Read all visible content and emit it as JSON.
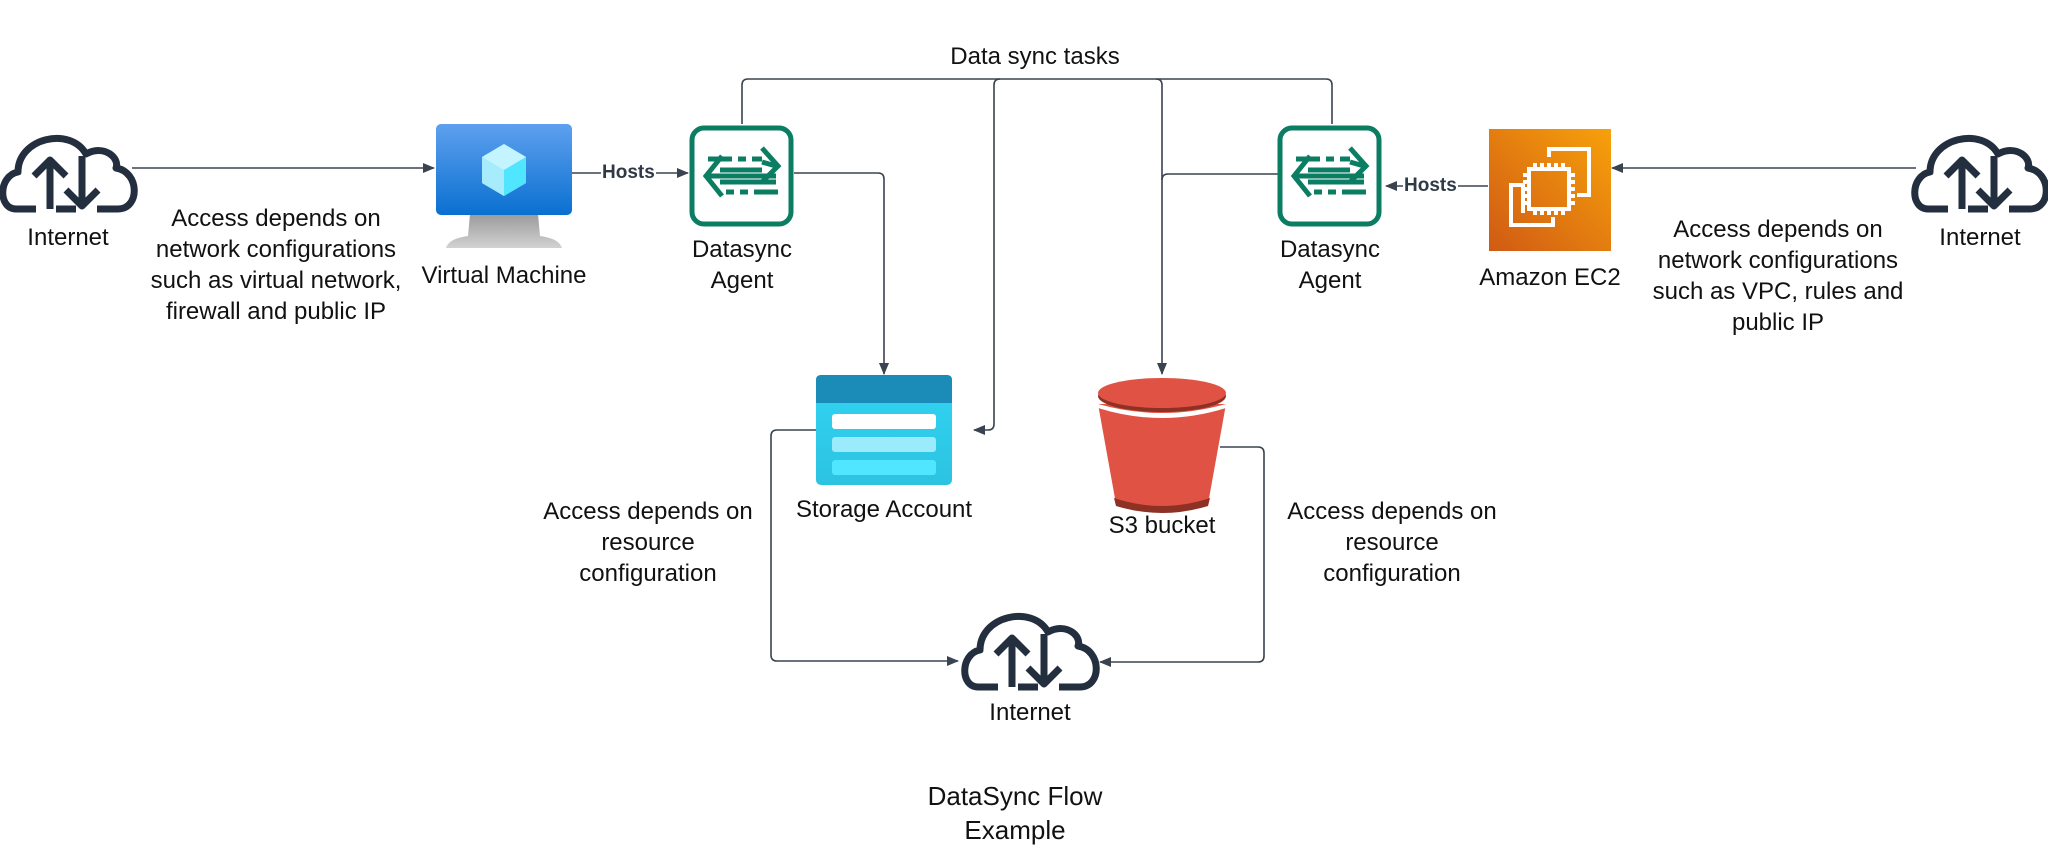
{
  "diagram": {
    "title": "DataSync Flow Example",
    "group_label": "Data sync tasks",
    "colors": {
      "edge": "#3a4350",
      "datasync_green": "#0b7d63",
      "vm_blue_top": "#5ea0ef",
      "vm_blue_bottom": "#0a70d0",
      "ec2_orange_top": "#f7a10b",
      "ec2_orange_bottom": "#d05a14",
      "s3_red": "#e05243",
      "storage_header": "#1b8bb8",
      "storage_body": "#32d0ee",
      "internet_icon": "#232f3e"
    },
    "nodes": {
      "internet_left": {
        "label": "Internet",
        "icon": "cloud-upload-download-icon"
      },
      "virtual_machine": {
        "label": "Virtual Machine",
        "icon": "azure-vm-icon"
      },
      "datasync_agent_left": {
        "label": "Datasync\nAgent",
        "icon": "datasync-agent-icon"
      },
      "storage_account": {
        "label": "Storage Account",
        "icon": "azure-storage-account-icon"
      },
      "s3_bucket": {
        "label": "S3 bucket",
        "icon": "s3-bucket-icon"
      },
      "datasync_agent_right": {
        "label": "Datasync\nAgent",
        "icon": "datasync-agent-icon"
      },
      "amazon_ec2": {
        "label": "Amazon EC2",
        "icon": "aws-ec2-icon"
      },
      "internet_right": {
        "label": "Internet",
        "icon": "cloud-upload-download-icon"
      },
      "internet_bottom": {
        "label": "Internet",
        "icon": "cloud-upload-download-icon"
      }
    },
    "edges": {
      "vm_hosts_agent": "Hosts",
      "ec2_hosts_agent": "Hosts"
    },
    "notes": {
      "left_network": "Access depends on network configurations such as virtual network, firewall and public IP",
      "right_network": "Access depends on network configurations such as VPC, rules and public IP",
      "storage_resource": "Access depends on resource configuration",
      "s3_resource": "Access depends on resource configuration"
    }
  }
}
